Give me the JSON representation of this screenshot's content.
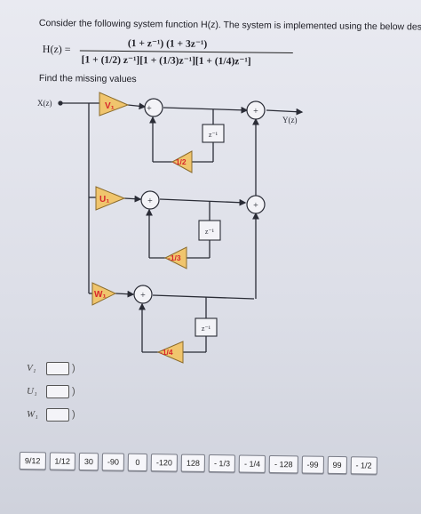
{
  "question": {
    "text": "Consider the following system function H(z). The system is implemented using the below design.",
    "find": "Find the missing values"
  },
  "formula": {
    "lhs": "H(z) =",
    "numerator": "(1 + z⁻¹) (1 + 3z⁻¹)",
    "denominator": "[1 + (1/2) z⁻¹][1 + (1/3)z⁻¹][1 + (1/4)z⁻¹]"
  },
  "diagram": {
    "input_label": "X(z)",
    "output_label": "Y(z)",
    "gain_v": "V₁",
    "gain_u": "U₁",
    "gain_w": "W₁",
    "feedback_1": "-1/2",
    "feedback_2": "-1/3",
    "feedback_3": "-1/4",
    "delay": "z⁻¹",
    "adder": "+",
    "colors": {
      "gain_red": "#d8262c",
      "gain_fill": "#f0c56d",
      "line": "#2a2c36",
      "box": "#f3f3f7"
    }
  },
  "answers": [
    {
      "label": "V₁",
      "paren": ")"
    },
    {
      "label": "U₁",
      "paren": ")"
    },
    {
      "label": "W₁",
      "paren": ")"
    }
  ],
  "tiles": [
    "9/12",
    "1/12",
    "30",
    "-90",
    "0",
    "-120",
    "128",
    "- 1/3",
    "- 1/4",
    "- 128",
    "-99",
    "99",
    "- 1/2"
  ]
}
